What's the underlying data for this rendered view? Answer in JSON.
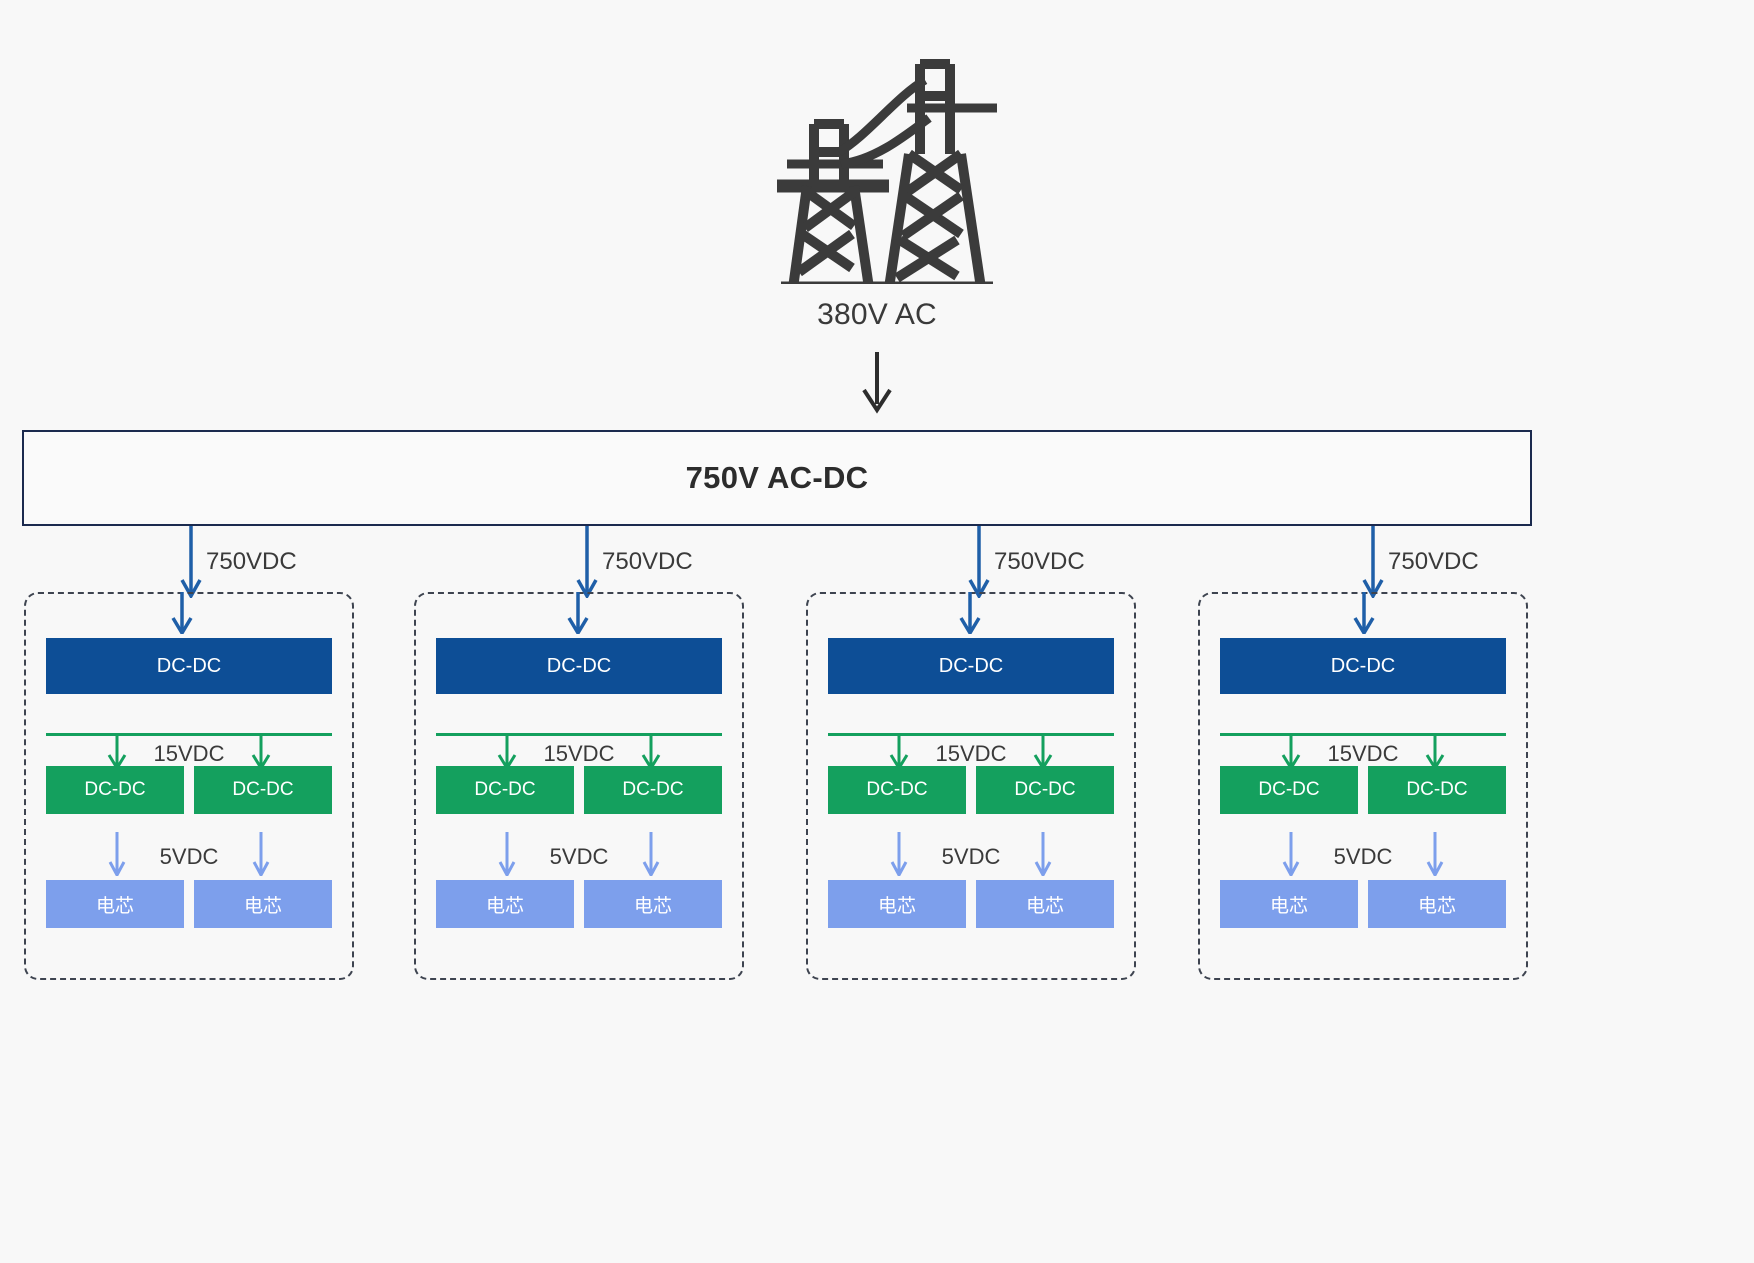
{
  "diagram": {
    "title_text": "750V AC-DC",
    "source": {
      "icon": "transmission-tower-icon",
      "label": "380V AC",
      "arrow": "down-arrow-icon"
    },
    "colors": {
      "background": "#f8f8f8",
      "main_box_border": "#1b2a4e",
      "dc_dc_primary": "#0d4e96",
      "dc_dc_secondary": "#14a05e",
      "cell": "#7d9fec",
      "dashed_group": "#3e4450",
      "arrow_blue": "#1f5fa8",
      "arrow_green": "#14a05e",
      "arrow_lightblue": "#7d9fec",
      "text_dark": "#3a3a3a"
    },
    "feeders": [
      {
        "label": "750VDC"
      },
      {
        "label": "750VDC"
      },
      {
        "label": "750VDC"
      },
      {
        "label": "750VDC"
      }
    ],
    "racks": [
      {
        "primary_converter": "DC-DC",
        "bus_label": "15VDC",
        "secondary_converters": [
          "DC-DC",
          "DC-DC"
        ],
        "cell_label": "5VDC",
        "cells": [
          "电芯",
          "电芯"
        ]
      },
      {
        "primary_converter": "DC-DC",
        "bus_label": "15VDC",
        "secondary_converters": [
          "DC-DC",
          "DC-DC"
        ],
        "cell_label": "5VDC",
        "cells": [
          "电芯",
          "电芯"
        ]
      },
      {
        "primary_converter": "DC-DC",
        "bus_label": "15VDC",
        "secondary_converters": [
          "DC-DC",
          "DC-DC"
        ],
        "cell_label": "5VDC",
        "cells": [
          "电芯",
          "电芯"
        ]
      },
      {
        "primary_converter": "DC-DC",
        "bus_label": "15VDC",
        "secondary_converters": [
          "DC-DC",
          "DC-DC"
        ],
        "cell_label": "5VDC",
        "cells": [
          "电芯",
          "电芯"
        ]
      }
    ]
  }
}
